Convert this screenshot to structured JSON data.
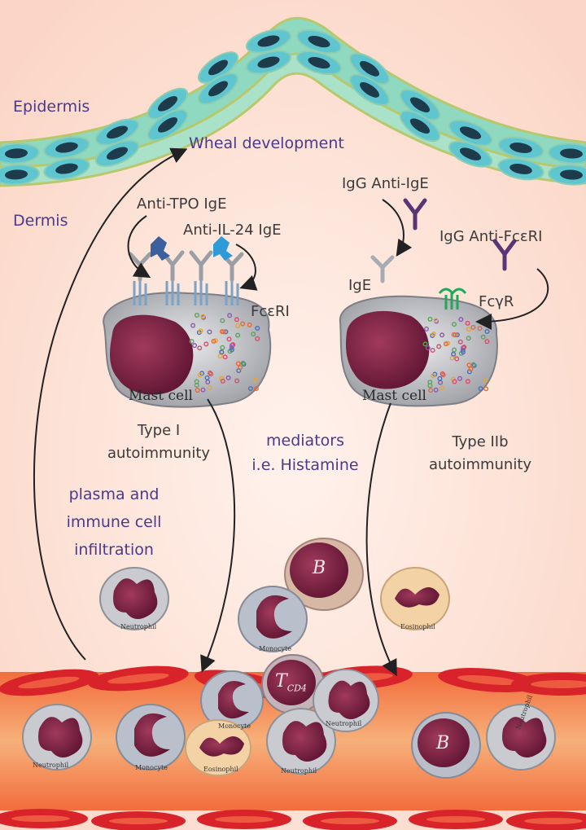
{
  "labels": {
    "epidermis": "Epidermis",
    "dermis": "Dermis",
    "wheal": "Wheal development",
    "anti_tpo": "Anti-TPO IgE",
    "anti_il24": "Anti-IL-24 IgE",
    "fceri": "FcεRI",
    "igg_anti_ige": "IgG Anti-IgE",
    "igg_anti_fceri": "IgG Anti-FcεRI",
    "ige": "IgE",
    "fcgr": "FcγR",
    "mast_cell_left": "Mast cell",
    "mast_cell_right": "Mast cell",
    "type1_line1": "Type I",
    "type1_line2": "autoimmunity",
    "type2b_line1": "Type IIb",
    "type2b_line2": "autoimmunity",
    "mediators_line1": "mediators",
    "mediators_line2": "i.e. Histamine",
    "plasma_line1": "plasma and",
    "plasma_line2": "immune cell",
    "plasma_line3": "infiltration",
    "neutrophil": "Neutrophil",
    "monocyte": "Monocyte",
    "eosinophil": "Eosinophil",
    "b_cell": "B",
    "t_cell": "T",
    "t_cell_sub": "CD4"
  },
  "colors": {
    "skin_bg": "#fde3d8",
    "epidermis_cell": "#5fc6cf",
    "nucleus": "#1d3b4a",
    "vessel": "#f08a5d",
    "rbc": "#d9232a",
    "cell_nucleus": "#7a1f3c",
    "label_purple": "#4a3a8c"
  }
}
